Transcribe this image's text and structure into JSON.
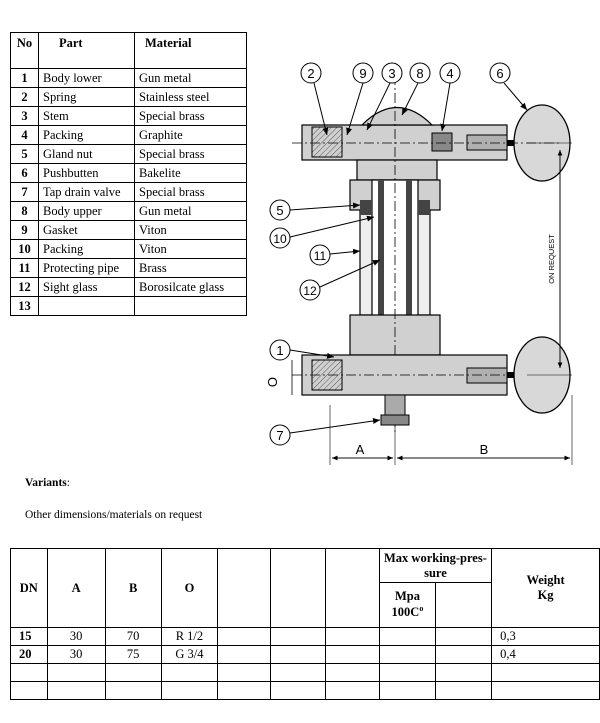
{
  "parts_table": {
    "headers": {
      "no": "No",
      "part": "Part",
      "material": "Material"
    },
    "rows": [
      {
        "no": "1",
        "part": "Body lower",
        "material": "Gun metal"
      },
      {
        "no": "2",
        "part": "Spring",
        "material": "Stainless steel"
      },
      {
        "no": "3",
        "part": "Stem",
        "material": "Special brass"
      },
      {
        "no": "4",
        "part": "Packing",
        "material": "Graphite"
      },
      {
        "no": "5",
        "part": "Gland nut",
        "material": "Special brass"
      },
      {
        "no": "6",
        "part": "Pushbutten",
        "material": "Bakelite"
      },
      {
        "no": "7",
        "part": "Tap drain valve",
        "material": "Special brass"
      },
      {
        "no": "8",
        "part": "Body upper",
        "material": "Gun metal"
      },
      {
        "no": "9",
        "part": "Gasket",
        "material": "Viton"
      },
      {
        "no": "10",
        "part": "Packing",
        "material": "Viton"
      },
      {
        "no": "11",
        "part": "Protecting pipe",
        "material": "Brass"
      },
      {
        "no": "12",
        "part": "Sight glass",
        "material": "Borosilcate glass"
      },
      {
        "no": "13",
        "part": "",
        "material": ""
      }
    ]
  },
  "drawing": {
    "callouts": [
      "1",
      "2",
      "3",
      "4",
      "5",
      "6",
      "7",
      "8",
      "9",
      "10",
      "11",
      "12"
    ],
    "dim_a": "A",
    "dim_b": "B",
    "dim_o": "O",
    "dim_side": "ON REQUEST"
  },
  "variants": {
    "title": "Variants",
    "title_suffix": ":",
    "note": "Other dimensions/materials on request"
  },
  "dims_table": {
    "headers": {
      "dn": "DN",
      "a": "A",
      "b": "B",
      "o": "O",
      "pressure": "Max working-pres-sure",
      "pressure_unit_1": "Mpa",
      "pressure_unit_2": "100C",
      "pressure_unit_sup": "o",
      "weight": "Weight",
      "weight_unit": "Kg"
    },
    "rows": [
      {
        "dn": "15",
        "a": "30",
        "b": "70",
        "o": "R 1/2",
        "weight": "0,3"
      },
      {
        "dn": "20",
        "a": "30",
        "b": "75",
        "o": "G 3/4",
        "weight": "0,4"
      },
      {
        "dn": "",
        "a": "",
        "b": "",
        "o": "",
        "weight": ""
      },
      {
        "dn": "",
        "a": "",
        "b": "",
        "o": "",
        "weight": ""
      }
    ]
  }
}
